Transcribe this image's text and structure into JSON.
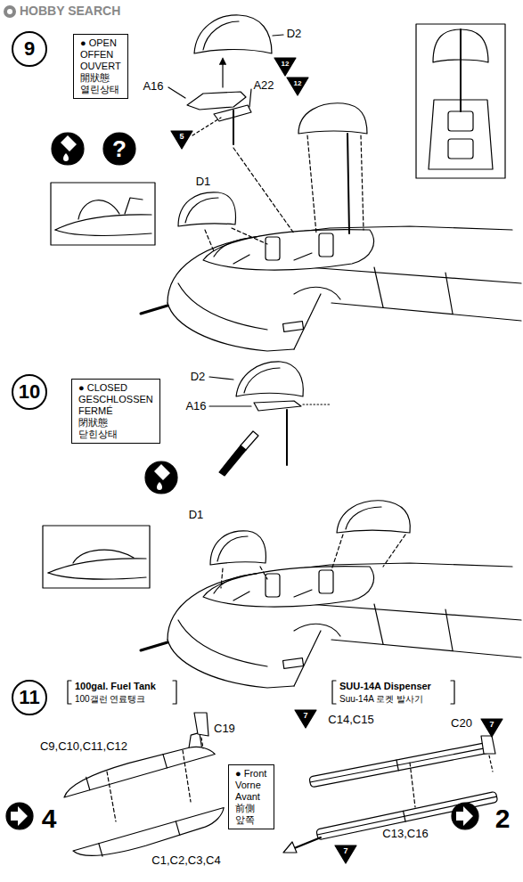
{
  "diagram": {
    "nodes": [
      {
        "text": [
          "9"
        ]
      },
      {
        "text": [
          "● OPEN",
          "OFFEN",
          "OUVERT",
          "開狀態",
          "열린상태"
        ]
      },
      {
        "text": [
          "10"
        ]
      },
      {
        "text": [
          "● CLOSED",
          "GESCHLOSSEN",
          "FERMÉ",
          "閉狀態",
          "닫힌상태"
        ]
      },
      {
        "text": [
          "11"
        ]
      },
      {
        "text": [
          "● Front",
          "Vorne",
          "Avant",
          "前側",
          "앞쪽"
        ]
      }
    ],
    "labels": [
      "HOBBY SEARCH",
      "D2",
      "A16",
      "12",
      "A22",
      "12",
      "5",
      "?",
      "D1",
      "D2",
      "A16",
      "D1",
      "100gal. Fuel Tank",
      "100갤런 연료탱크",
      "C19",
      "C9,C10,C11,C12",
      "C1,C2,C3,C4",
      "4",
      "SUU-14A Dispenser",
      "Suu-14A 로켓 발사기",
      "7",
      "C14,C15",
      "C20",
      "7",
      "C13,C16",
      "7",
      "2"
    ]
  }
}
